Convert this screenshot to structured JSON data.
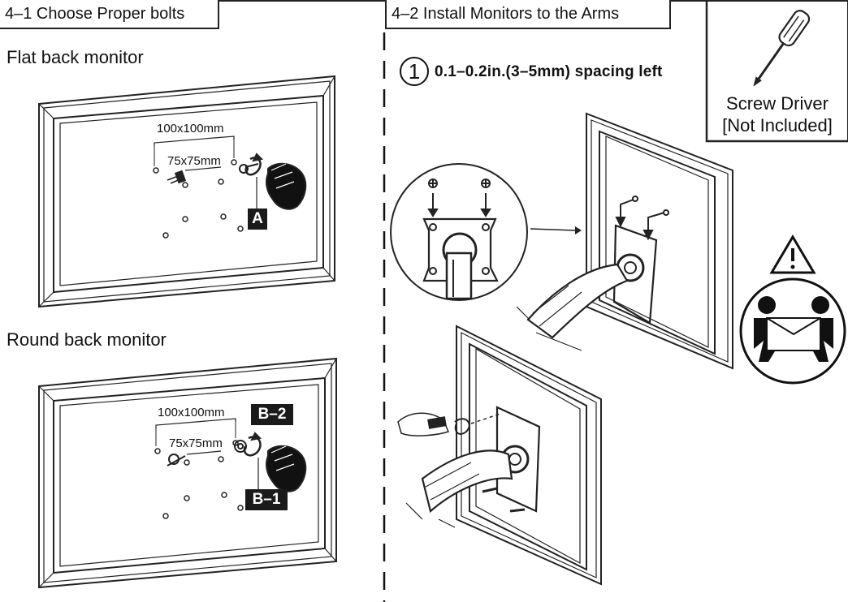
{
  "section_1": {
    "header": "4–1 Choose Proper bolts",
    "flat": {
      "title": "Flat back monitor",
      "dim_large": "100x100mm",
      "dim_small": "75x75mm",
      "tag": "A"
    },
    "round": {
      "title": "Round back monitor",
      "dim_large": "100x100mm",
      "dim_small": "75x75mm",
      "tag_top": "B–2",
      "tag_bottom": "B–1"
    }
  },
  "section_2": {
    "header": "4–2 Install Monitors to the Arms",
    "step_number": "1",
    "step_text": "0.1–0.2in.(3–5mm) spacing left"
  },
  "tool": {
    "line1": "Screw Driver",
    "line2": "[Not Included]"
  }
}
